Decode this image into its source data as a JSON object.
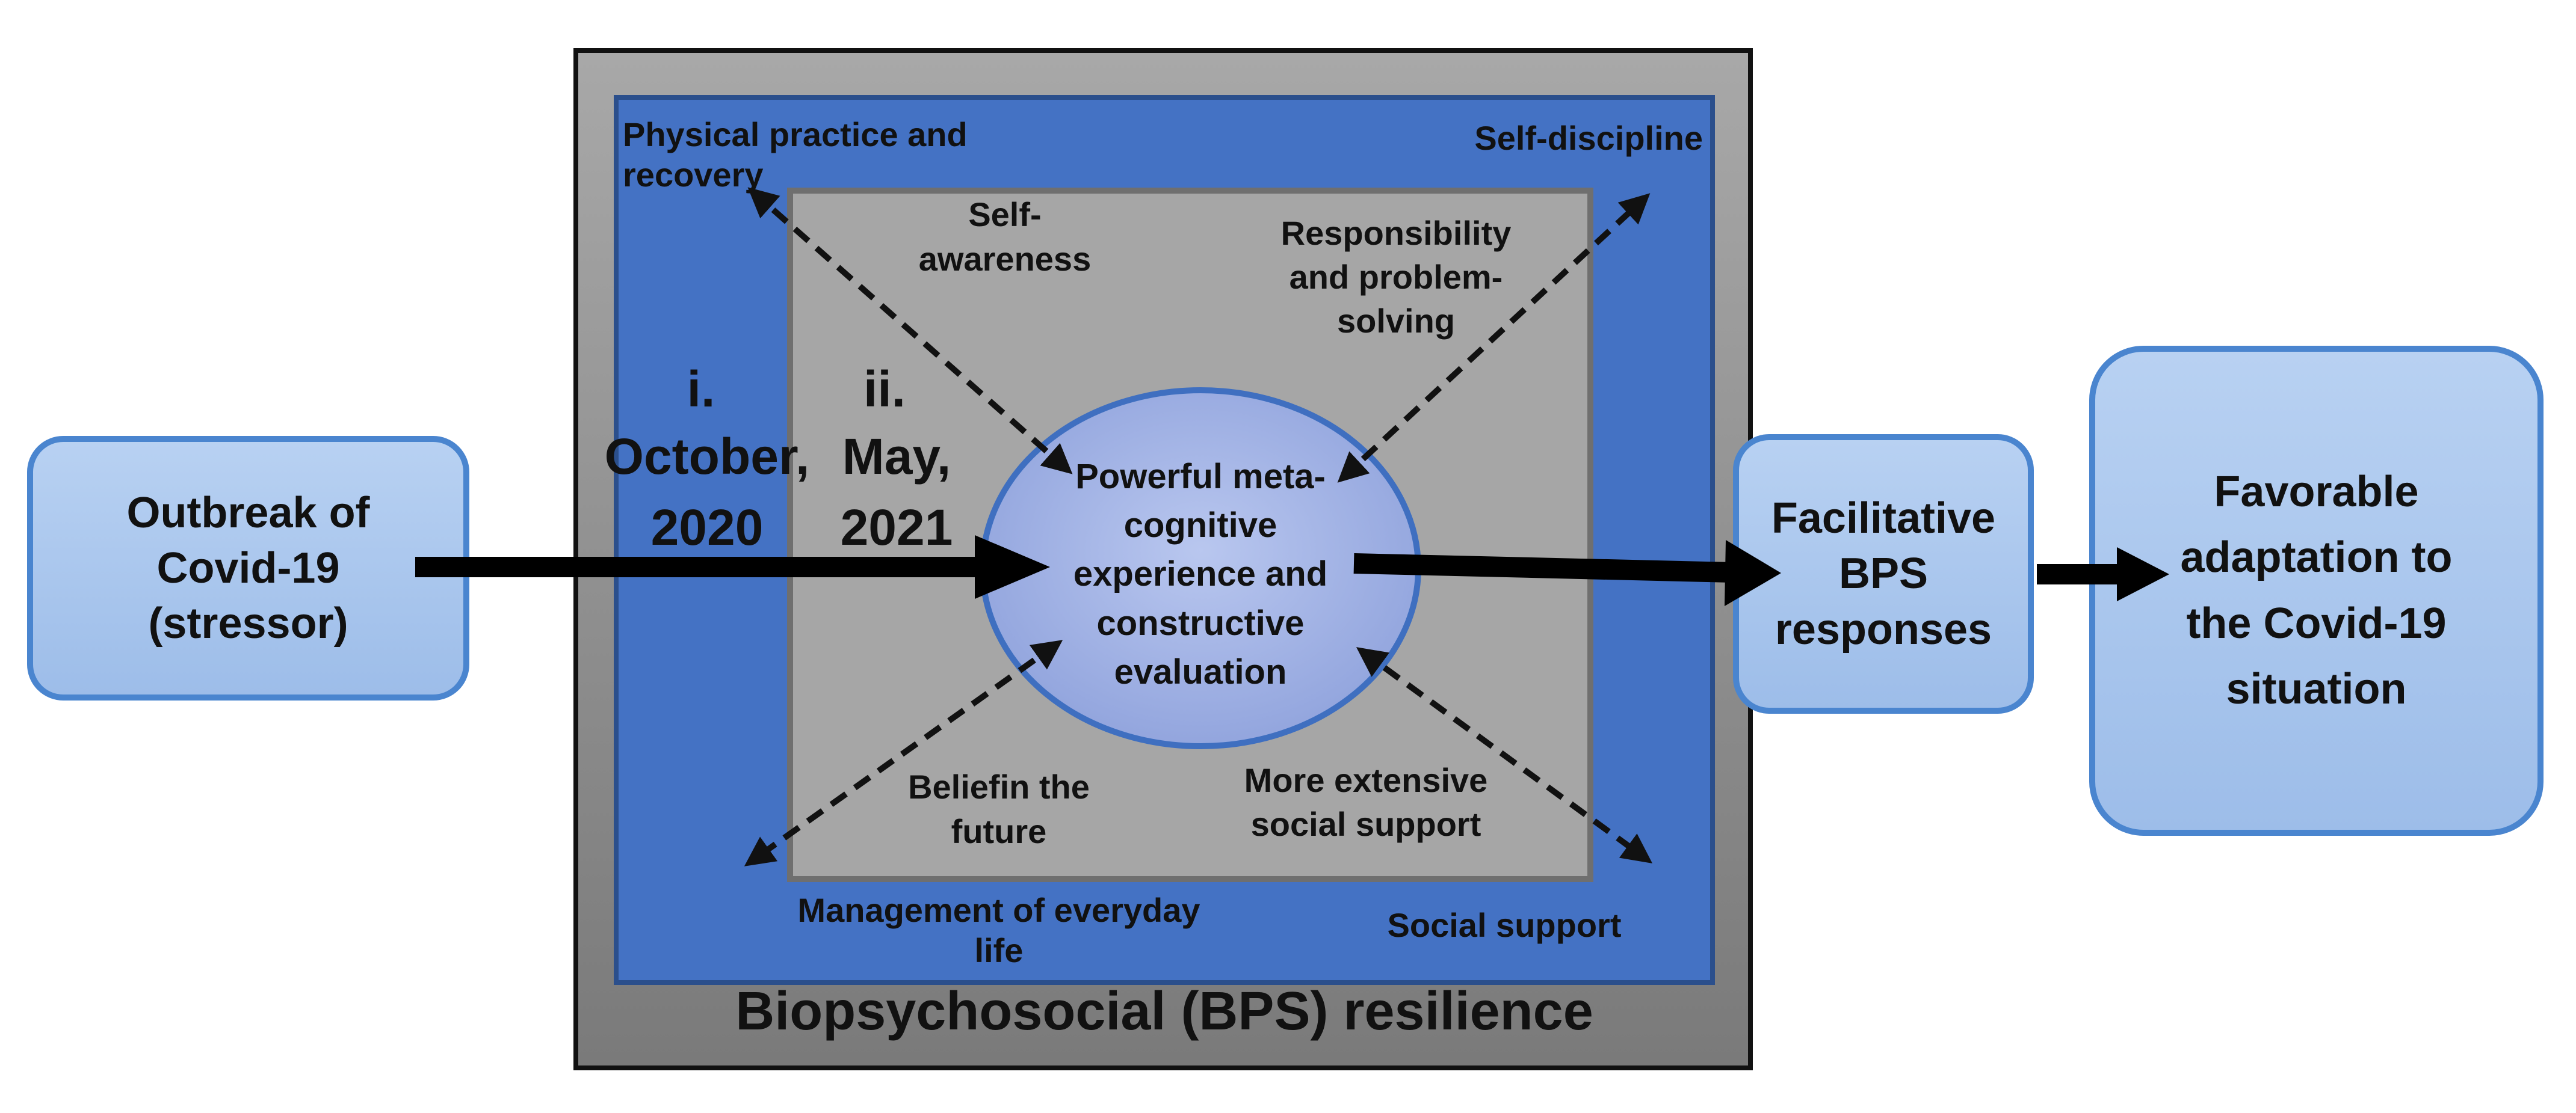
{
  "stressor_box": {
    "text": "Outbreak of\nCovid-19\n(stressor)"
  },
  "resilience_frame": {
    "label": "Biopsychosocial (BPS) resilience"
  },
  "outer_factors": {
    "physical": "Physical practice and recovery",
    "discipline": "Self-discipline",
    "everyday": "Management of everyday\nlife",
    "social": "Social support"
  },
  "inner_factors": {
    "awareness": "Self-\nawareness",
    "responsibility": "Responsibility\nand problem-\nsolving",
    "future": "Beliefin the\nfuture",
    "extensive_support": "More extensive\nsocial support"
  },
  "timepoints": {
    "first": {
      "marker": "i.",
      "date_line1": "October,",
      "date_line2": "2020"
    },
    "second": {
      "marker": "ii.",
      "date_line1": "May,",
      "date_line2": "2021"
    }
  },
  "center": {
    "text": "Powerful meta-\ncognitive\nexperience and\nconstructive\nevaluation"
  },
  "responses_box": {
    "text": "Facilitative\nBPS\nresponses"
  },
  "outcome_box": {
    "text": "Favorable\nadaptation to\nthe Covid-19\nsituation"
  },
  "colors": {
    "outer_frame": "#808080",
    "blue_frame": "#4472c4",
    "inner_square": "#a6a6a6",
    "ellipse_fill": "#9fb1e2",
    "box_fill": "#a9c7ee",
    "box_border": "#4a85cf"
  }
}
